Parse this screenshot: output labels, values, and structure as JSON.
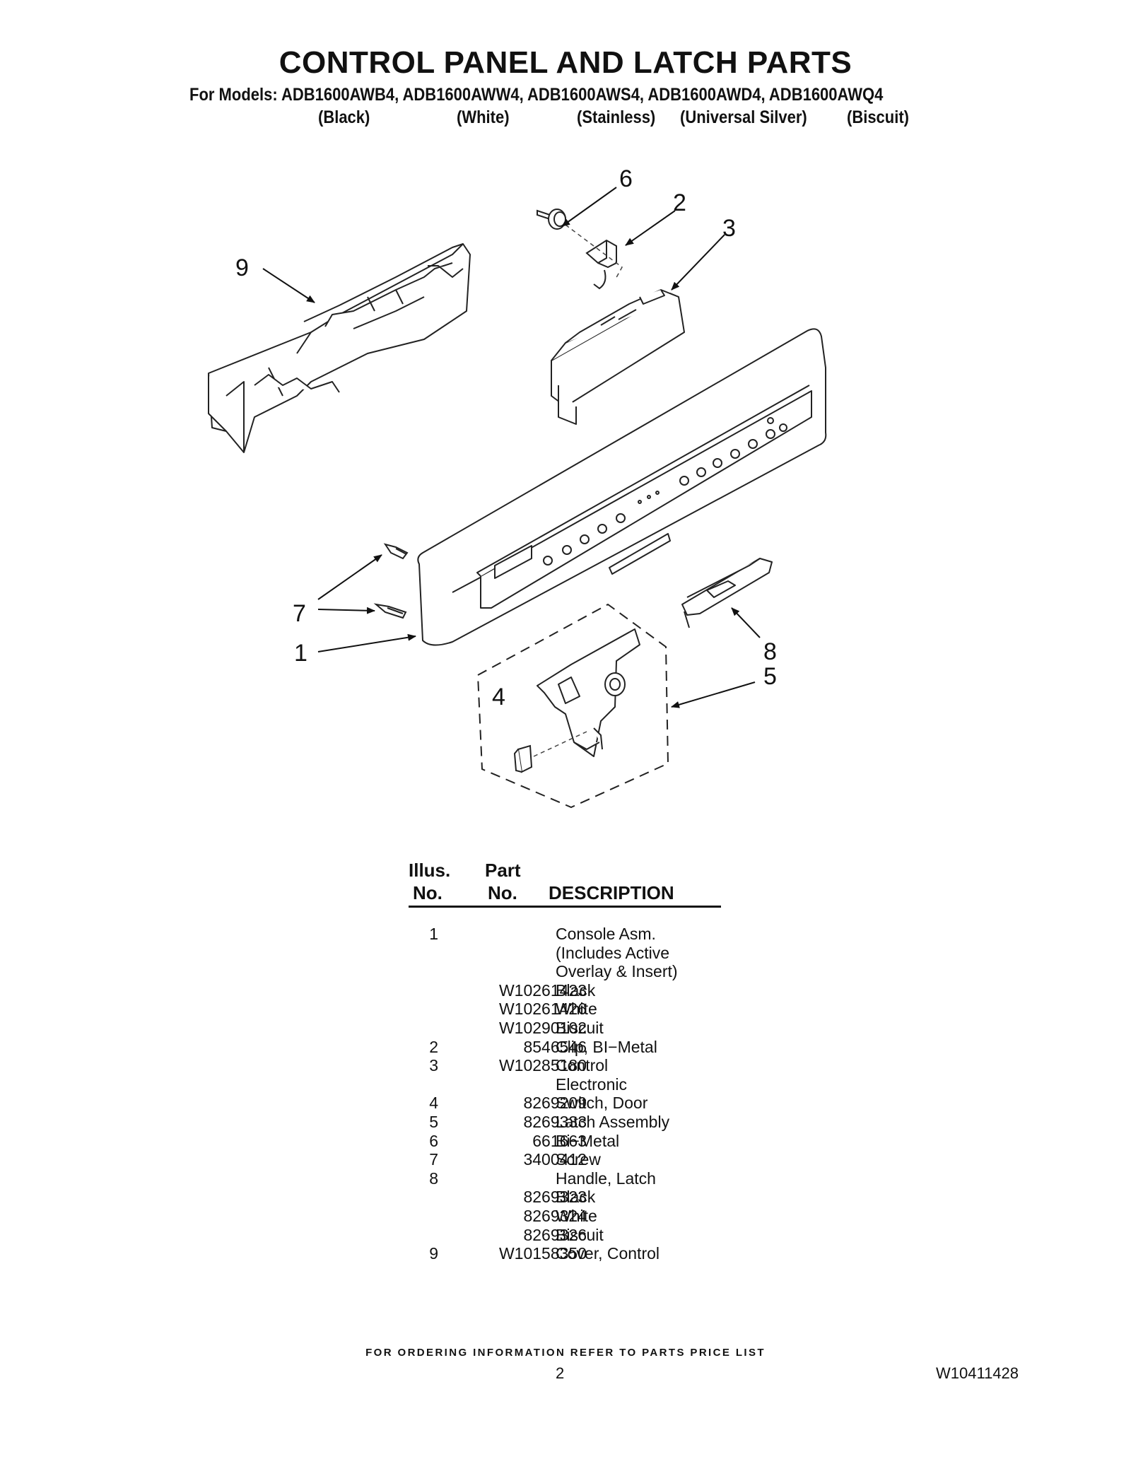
{
  "header": {
    "title": "CONTROL PANEL AND LATCH PARTS",
    "models_line": "For Models: ADB1600AWB4, ADB1600AWW4, ADB1600AWS4, ADB1600AWD4, ADB1600AWQ4",
    "colors": [
      "(Black)",
      "(White)",
      "(Stainless)",
      "(Universal Silver)",
      "(Biscuit)"
    ]
  },
  "diagram": {
    "callouts": [
      "1",
      "2",
      "3",
      "4",
      "5",
      "6",
      "7",
      "8",
      "9"
    ]
  },
  "table": {
    "head_illus_1": "Illus.",
    "head_illus_2": "No.",
    "head_part_1": "Part",
    "head_part_2": "No.",
    "head_desc": "DESCRIPTION",
    "rows": [
      {
        "num": "1",
        "part": "",
        "desc": "Console Asm."
      },
      {
        "num": "",
        "part": "",
        "desc": "(Includes Active"
      },
      {
        "num": "",
        "part": "",
        "desc": "Overlay & Insert)"
      },
      {
        "num": "",
        "part": "W10261423",
        "desc": "Black"
      },
      {
        "num": "",
        "part": "W10261426",
        "desc": "White"
      },
      {
        "num": "",
        "part": "W10290102",
        "desc": "Biscuit"
      },
      {
        "num": "2",
        "part": "8546546",
        "desc": "Clip, BI−Metal"
      },
      {
        "num": "3",
        "part": "W10285180",
        "desc": "Control"
      },
      {
        "num": "",
        "part": "",
        "desc": "Electronic"
      },
      {
        "num": "4",
        "part": "8269209",
        "desc": "Switch, Door"
      },
      {
        "num": "5",
        "part": "8269333",
        "desc": "Latch Assembly"
      },
      {
        "num": "6",
        "part": "661663",
        "desc": "Bi−Metal"
      },
      {
        "num": "7",
        "part": "3400412",
        "desc": "Screw"
      },
      {
        "num": "8",
        "part": "",
        "desc": "Handle, Latch"
      },
      {
        "num": "",
        "part": "8269323",
        "desc": "Black"
      },
      {
        "num": "",
        "part": "8269324",
        "desc": "White"
      },
      {
        "num": "",
        "part": "8269326",
        "desc": "Biscuit"
      },
      {
        "num": "9",
        "part": "W10158350",
        "desc": "Cover, Control"
      }
    ]
  },
  "footer": {
    "note": "FOR ORDERING INFORMATION REFER TO PARTS PRICE LIST",
    "page": "2",
    "doc_id": "W10411428"
  }
}
